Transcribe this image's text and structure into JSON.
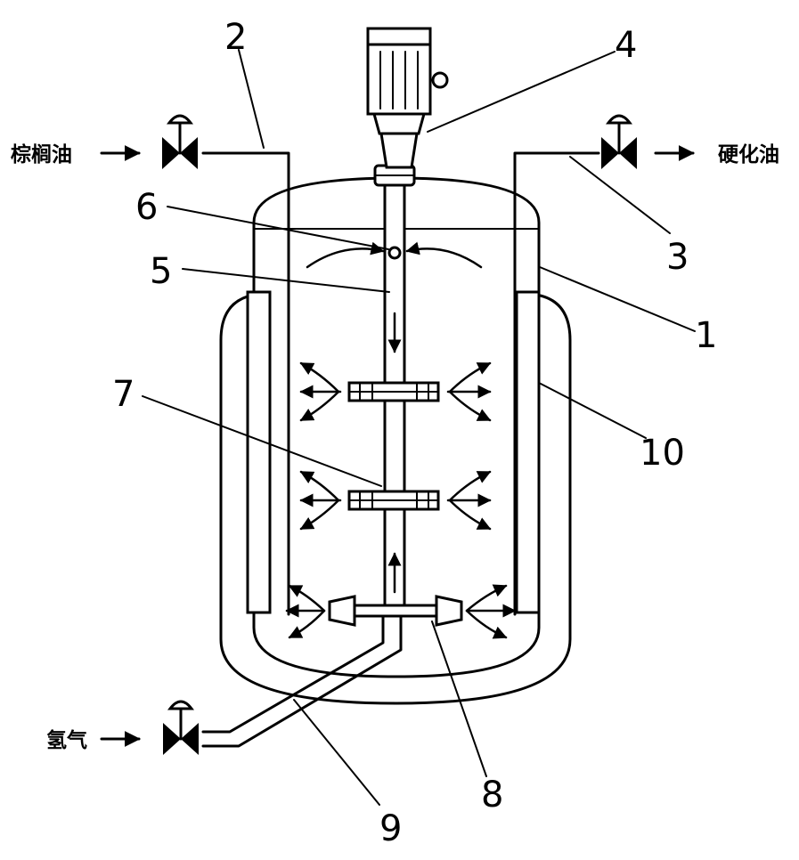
{
  "inputs": {
    "oil_in": "棕榈油",
    "oil_out": "硬化油",
    "hydrogen": "氢气"
  },
  "callouts": [
    "1",
    "2",
    "3",
    "4",
    "5",
    "6",
    "7",
    "8",
    "9",
    "10"
  ]
}
